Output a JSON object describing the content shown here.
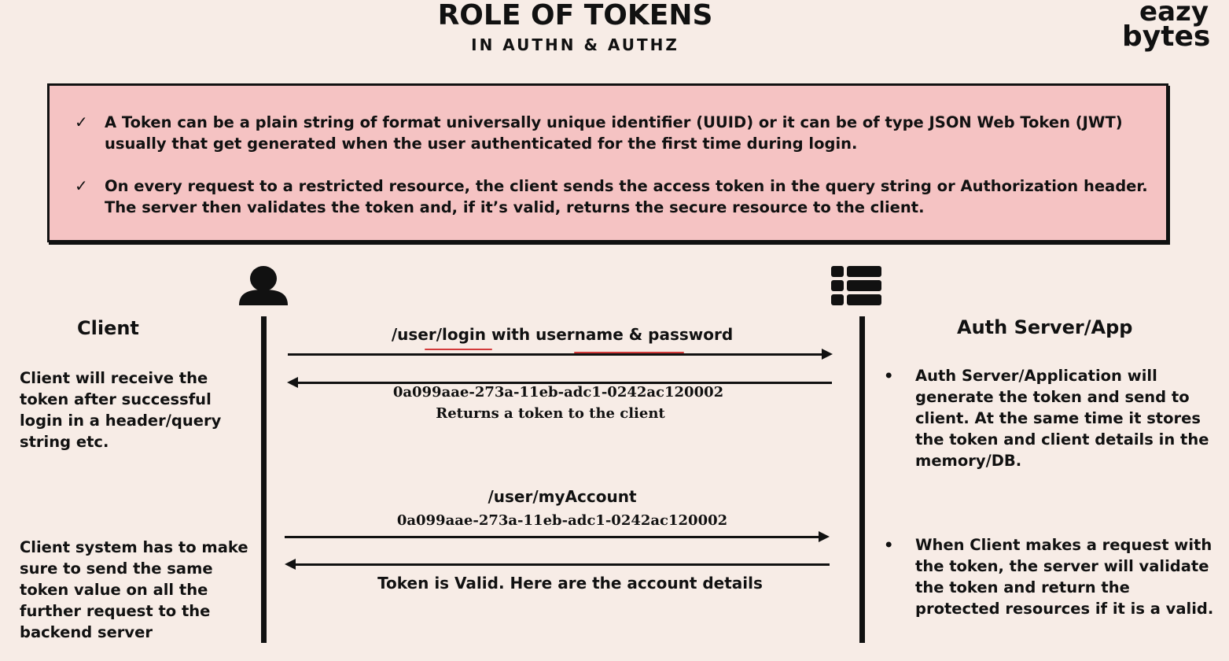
{
  "header": {
    "title": "ROLE OF TOKENS",
    "subtitle": "IN AUTHN & AUTHZ",
    "logo_line1": "eazy",
    "logo_line2": "bytes"
  },
  "info_box": {
    "bullets": [
      "A Token can be a plain string of format universally unique identifier (UUID)  or it can be of type JSON Web Token (JWT) usually that get generated when the user authenticated for the first time during login.",
      "On every request to a restricted resource, the client sends the access token in the query string or Authorization header. The server then validates the token and, if it’s valid, returns the secure resource to the client."
    ]
  },
  "client": {
    "label": "Client",
    "note1": "Client will receive the token after successful login in a header/query string etc.",
    "note2": "Client system has to make sure to send the same token value on all the further request to the backend server"
  },
  "server": {
    "label": "Auth Server/App",
    "bullet1": "Auth Server/Application will generate the token and send to client. At the same time it stores the token and client details in the memory/DB.",
    "bullet2": "When Client makes a request with the token, the server will validate the token and return the protected resources if it is a valid."
  },
  "messages": {
    "login_request": "/user/login with username & password",
    "token_value": "0a099aae-273a-11eb-adc1-0242ac120002",
    "token_returned": "Returns a token to the client",
    "account_request": "/user/myAccount",
    "token_value2": "0a099aae-273a-11eb-adc1-0242ac120002",
    "account_response": "Token is Valid. Here are the account details"
  },
  "icons": {
    "client": "person-icon",
    "server": "server-icon",
    "check": "check-icon",
    "bullet": "•",
    "check_glyph": "✓"
  }
}
